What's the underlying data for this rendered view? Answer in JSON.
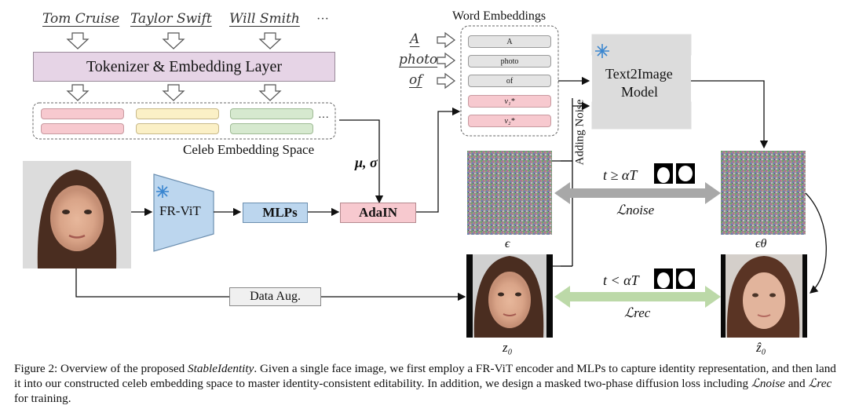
{
  "celebs": [
    "Tom Cruise",
    "Taylor Swift",
    "Will Smith",
    "···"
  ],
  "tokenizer_label": "Tokenizer & Embedding Layer",
  "celeb_space_label": "Celeb Embedding Space",
  "ellipsis": "···",
  "mu_sigma": "μ, σ",
  "word_embeddings_title": "Word Embeddings",
  "prompt_words": [
    "A",
    "photo",
    "of"
  ],
  "embedding_tokens": [
    "A",
    "photo",
    "of",
    "v₁*",
    "v₂*"
  ],
  "text2image_label_1": "Text2Image",
  "text2image_label_2": "Model",
  "adding_noise_label": "Adding Noise",
  "frvit_label": "FR-ViT",
  "mlps_label": "MLPs",
  "adain_label": "AdaIN",
  "data_aug_label": "Data Aug.",
  "t_ge": "t ≥ αT",
  "t_lt": "t < αT",
  "loss_noise": "ℒnoise",
  "loss_rec": "ℒrec",
  "eps_label": "ϵ",
  "eps_theta_label": "ϵθ",
  "z0_label": "z₀",
  "z0hat_label": "ẑ₀",
  "caption": {
    "prefix": "Figure 2: Overview of the proposed ",
    "method": "StableIdentity",
    "part2": ". Given a single face image, we first employ a FR-ViT encoder and MLPs to capture identity representation, and then land it into our constructed celeb embedding space to master identity-consistent editability. In addition, we design a masked two-phase diffusion loss including ",
    "l_noise": "ℒnoise",
    "and": " and ",
    "l_rec": "ℒrec",
    "suffix": " for training."
  },
  "colors": {
    "pink": "#f7c9cf",
    "yellow": "#fbf0c6",
    "green": "#d6e9cf",
    "blue": "#bcd6ee",
    "arrow_grey": "#a8a8a8",
    "arrow_green": "#bcd9a8"
  }
}
